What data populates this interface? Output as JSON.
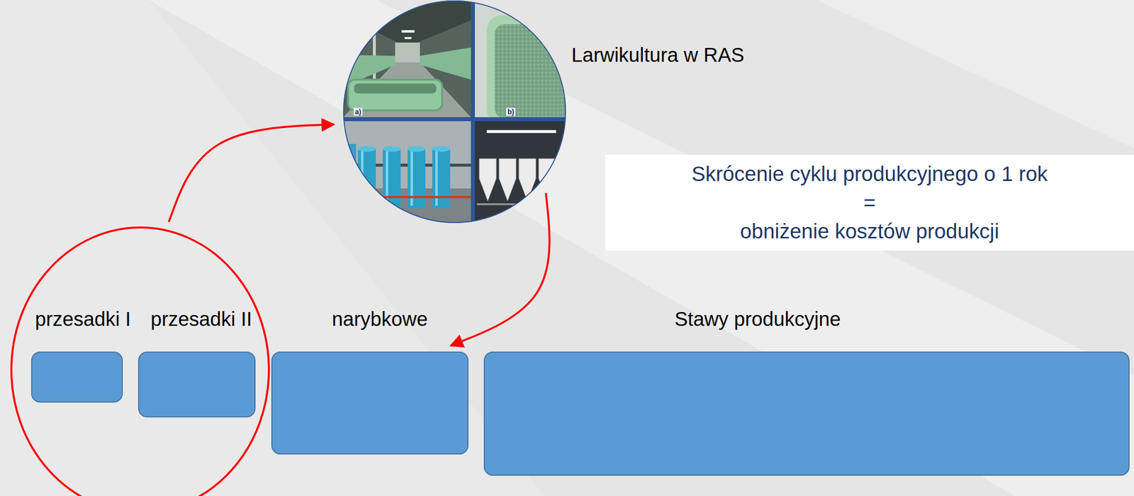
{
  "diagram": {
    "nodes": [
      {
        "text": [
          "Larwikultura w RAS"
        ]
      },
      {
        "text": [
          "Skrócenie cyklu produkcyjnego o 1 rok",
          "=",
          "obniżenie kosztów produkcji"
        ]
      },
      {
        "text": []
      },
      {
        "text": [
          "przesadki I"
        ],
        "in": 2
      },
      {
        "text": [
          "przesadki II"
        ],
        "in": 2
      },
      {
        "text": [
          "narybkowe"
        ]
      },
      {
        "text": [
          "Stawy produkcyjne"
        ]
      }
    ],
    "edges": [
      {
        "from": 2,
        "to": 0,
        "arrow": "to"
      },
      {
        "from": 0,
        "to": 5,
        "arrow": "to"
      }
    ],
    "labels": [
      "a)",
      "b)"
    ]
  }
}
